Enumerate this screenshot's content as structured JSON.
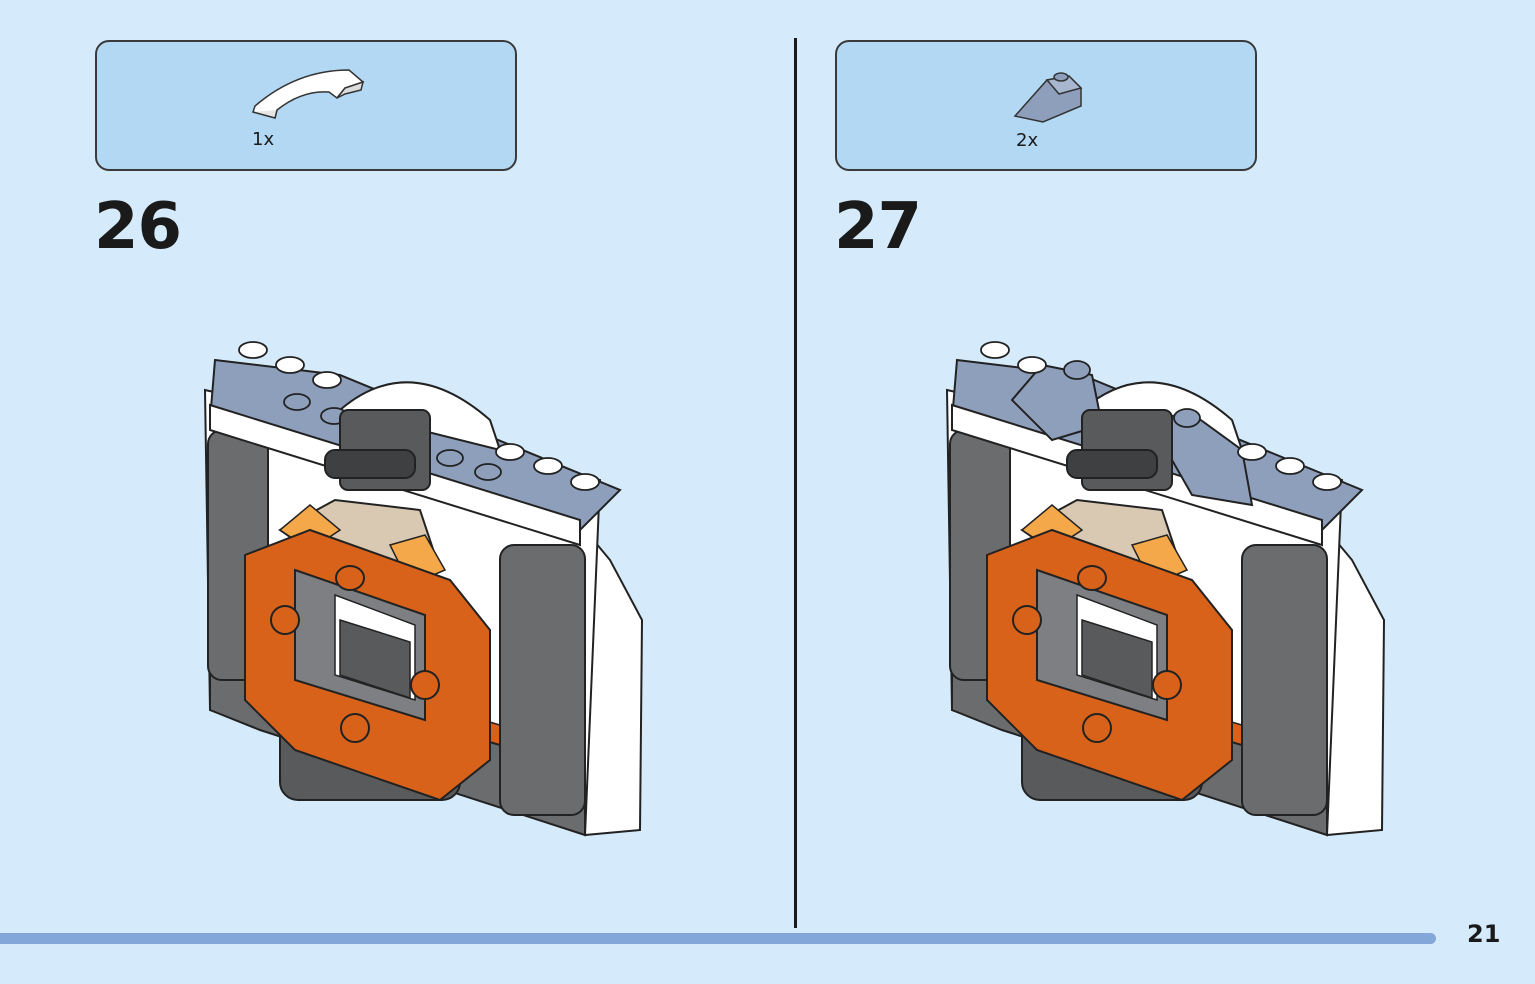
{
  "steps": [
    {
      "number": "26",
      "part_qty": "1x",
      "part_icon": "curved-slope-white-icon"
    },
    {
      "number": "27",
      "part_qty": "2x",
      "part_icon": "slope-sand-blue-icon"
    }
  ],
  "page_number": "21",
  "colors": {
    "background": "#d5ebfb",
    "parts_box": "#b3d8f3",
    "progress_bar": "#82a7d8",
    "orange": "#d8621a",
    "sand_blue": "#8e9fbc",
    "dark_gray": "#585a5c",
    "white": "#ffffff"
  }
}
